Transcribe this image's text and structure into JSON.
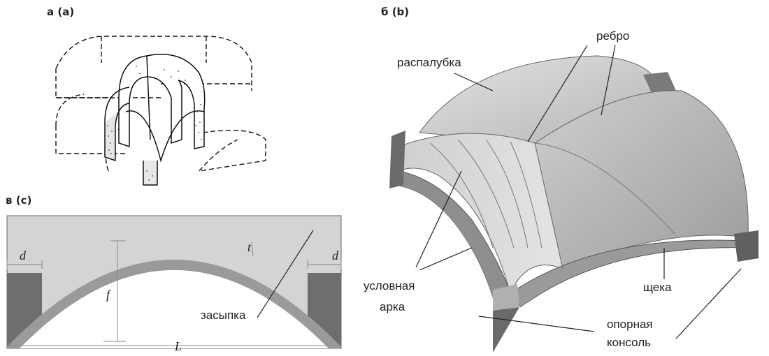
{
  "panels": {
    "a": {
      "label": "а (a)"
    },
    "b": {
      "label": "б (b)"
    },
    "c": {
      "label": "в (c)"
    }
  },
  "panel_b_labels": {
    "formwork": "распалубка",
    "rib": "ребро",
    "conditional_arch_line1": "условная",
    "conditional_arch_line2": "арка",
    "cheek": "щека",
    "support_console_line1": "опорная",
    "support_console_line2": "консоль"
  },
  "panel_c_labels": {
    "d_left": "d",
    "d_right": "d",
    "t": "t",
    "f": "f",
    "L": "L",
    "backfill": "засыпка"
  },
  "colors": {
    "backfill_fill": "#d4d4d4",
    "arch_band": "#9a9a9a",
    "pier": "#6e6e6e",
    "surface_light": "#d8d8d8",
    "surface_mid": "#b8b8b8",
    "surface_dark": "#8a8a8a"
  }
}
